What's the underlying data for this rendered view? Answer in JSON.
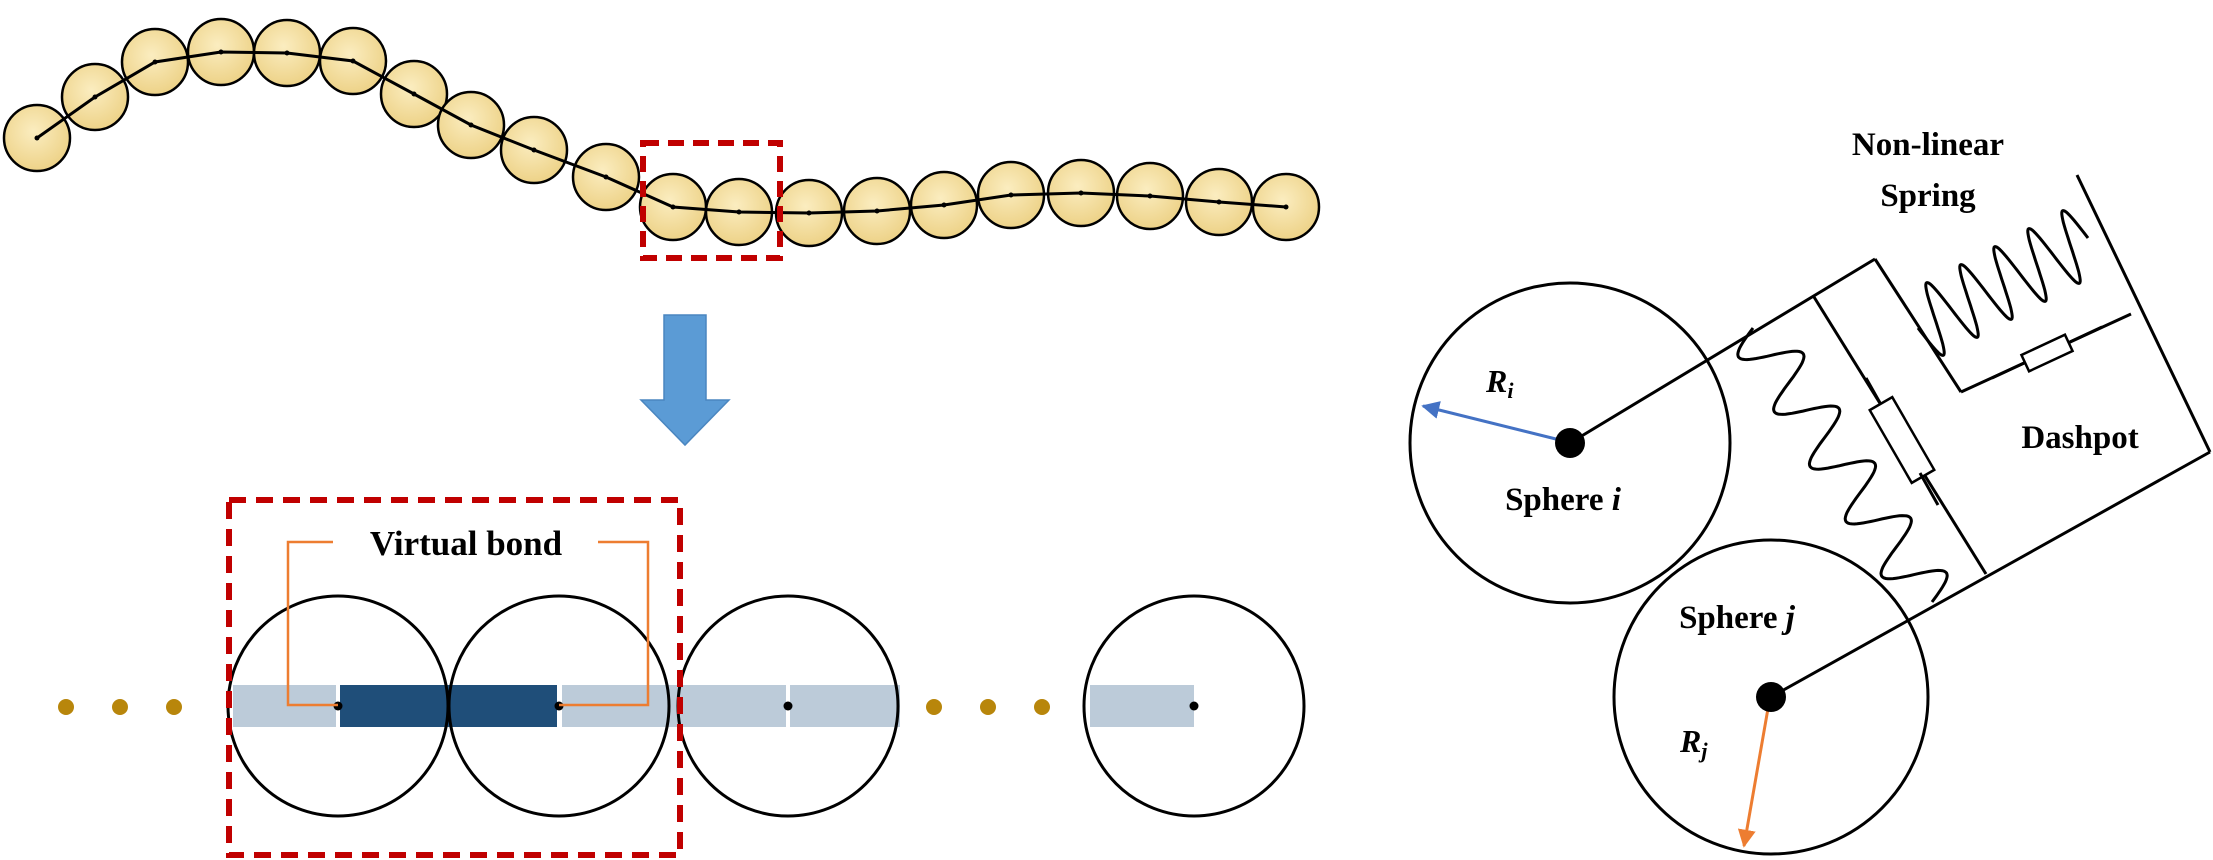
{
  "colors": {
    "bead_fill": "#ecd083",
    "bead_fill_light": "#fbedc0",
    "bead_stroke": "#000000",
    "highlight_box": "#c00000",
    "arrow_down": "#5b9bd5",
    "bond_dark": "#1f4e79",
    "bond_light": "#bccbd9",
    "dots": "#b8860b",
    "bracket": "#ed7d31",
    "radius_i": "#4472c4",
    "radius_j": "#ed7d31"
  },
  "labels": {
    "virtual_bond": "Virtual bond",
    "spring_line1": "Non-linear",
    "spring_line2": "Spring",
    "dashpot": "Dashpot",
    "sphere_i_prefix": "Sphere ",
    "sphere_i_italic": "i",
    "sphere_j_prefix": "Sphere ",
    "sphere_j_italic": "j",
    "radius_i_letter": "R",
    "radius_i_sub": "i",
    "radius_j_letter": "R",
    "radius_j_sub": "j"
  },
  "icons": {
    "ellipsis_left": "dots-icon",
    "ellipsis_right": "dots-icon",
    "transition_arrow": "arrow-down-icon"
  }
}
